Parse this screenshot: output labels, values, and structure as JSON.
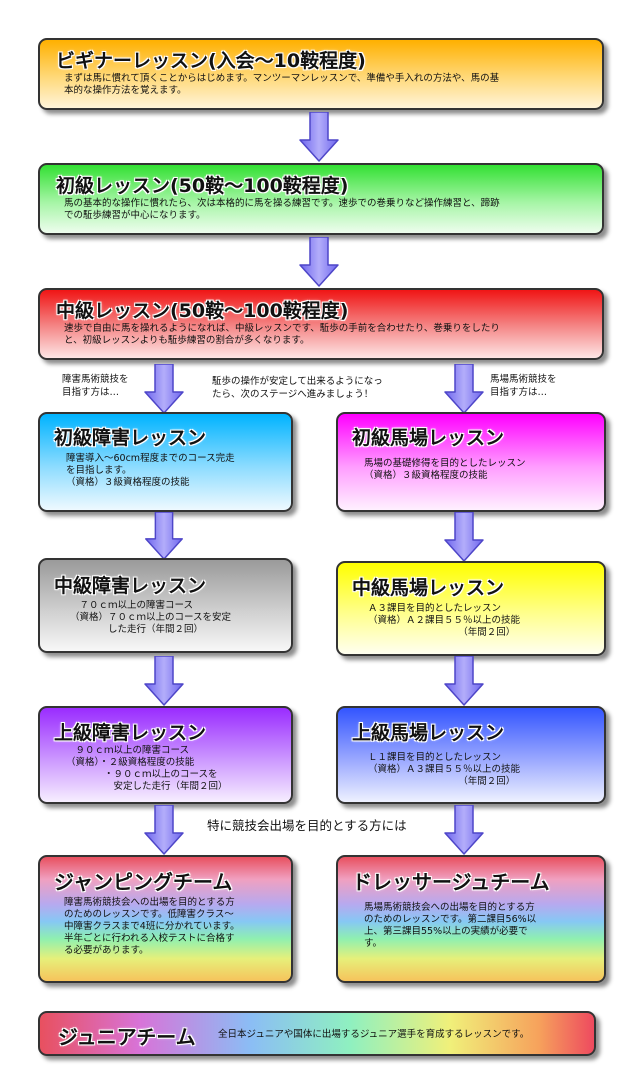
{
  "colors": {
    "arrow_fill": "#8b84f2",
    "arrow_border": "#4e46c8"
  },
  "beginner": {
    "title": "ビギナーレッスン(入会～10鞍程度)",
    "text": "まずは馬に慣れて頂くことからはじめます。マンツーマンレッスンで、準備や手入れの方法や、馬の基\n本的な操作方法を覚えます。"
  },
  "elementary": {
    "title": "初級レッスン(50鞍～100鞍程度)",
    "text": "馬の基本的な操作に慣れたら、次は本格的に馬を操る練習です。速歩での巻乗りなど操作練習と、蹄跡\nでの駈歩練習が中心になります。"
  },
  "intermediate": {
    "title": "中級レッスン(50鞍～100鞍程度)",
    "text": "速歩で自由に馬を操れるようになれば、中級レッスンです、駈歩の手前を合わせたり、巻乗りをしたり\nと、初級レッスンよりも駈歩練習の割合が多くなります。"
  },
  "notes": {
    "left": "障害馬術競技を\n目指す方は…",
    "center": "駈歩の操作が安定して出来るようになっ\nたら、次のステージへ進みましょう！",
    "right": "馬場馬術競技を\n目指す方は…",
    "competition": "特に競技会出場を目的とする方には"
  },
  "jump_elementary": {
    "title": "初級障害レッスン",
    "text": "障害導入～60cm程度までのコース完走\nを目指します。\n（資格）３級資格程度の技能"
  },
  "dressage_elementary": {
    "title": "初級馬場レッスン",
    "text": "馬場の基礎修得を目的としたレッスン\n（資格）３級資格程度の技能"
  },
  "jump_intermediate": {
    "title": "中級障害レッスン",
    "text": "　７０ｃｍ以上の障害コース\n（資格）７０ｃｍ以上のコースを安定\n　　　　した走行（年間２回）"
  },
  "dressage_intermediate": {
    "title": "中級馬場レッスン",
    "text": "Ａ３課目を目的としたレッスン\n（資格）Ａ２課目５５％以上の技能\n　　　　　　　　　　（年間２回）"
  },
  "jump_advanced": {
    "title": "上級障害レッスン",
    "text": "　９０ｃｍ以上の障害コース\n（資格）・２級資格程度の技能\n　　　　・９０ｃｍ以上のコースを\n　　　　　安定した走行（年間２回）"
  },
  "dressage_advanced": {
    "title": "上級馬場レッスン",
    "text": "Ｌ１課目を目的としたレッスン\n（資格）Ａ３課目５５％以上の技能\n　　　　　　　　　　（年間２回）"
  },
  "jumping_team": {
    "title": "ジャンピングチーム",
    "text": "障害馬術競技会への出場を目的とする方\nのためのレッスンです。低障害クラス～\n中障害クラスまで4班に分かれています。\n半年ごとに行われる入校テストに合格す\nる必要があります。"
  },
  "dressage_team": {
    "title": "ドレッサージュチーム",
    "text": "馬場馬術競技会への出場を目的とする方\nのためのレッスンです。第二課目56%以\n上、第三課目55%以上の実績が必要で\nす。"
  },
  "junior_team": {
    "title": "ジュニアチーム",
    "text": "全日本ジュニアや国体に出場するジュニア選手を育成するレッスンです。"
  }
}
